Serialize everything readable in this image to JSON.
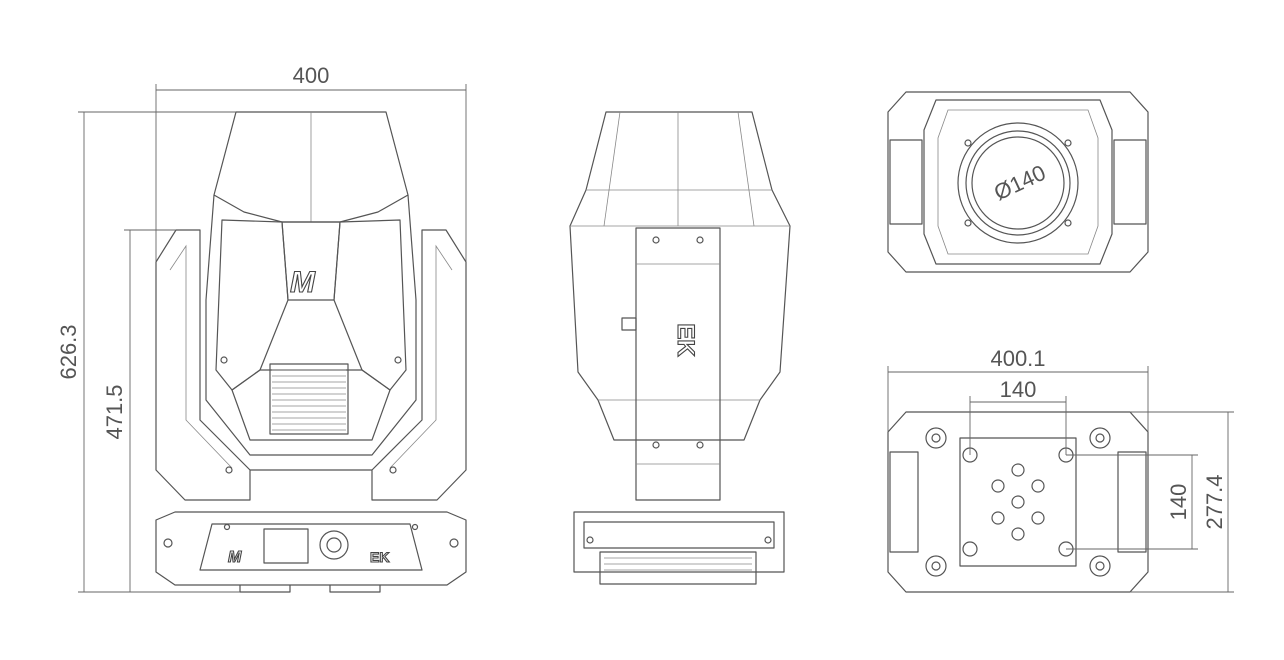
{
  "dimensions": {
    "front_width": "400",
    "front_total_height": "626.3",
    "front_yoke_height": "471.5",
    "bottom_width": "400.1",
    "bottom_hole_spacing_x": "140",
    "bottom_hole_spacing_y": "140",
    "bottom_depth": "277.4",
    "top_lens_diameter": "Ø140"
  },
  "logos": {
    "front_head_logo": "M",
    "front_base_logo_left": "M",
    "front_base_logo_right": "EK",
    "side_arm_logo": "EK"
  }
}
